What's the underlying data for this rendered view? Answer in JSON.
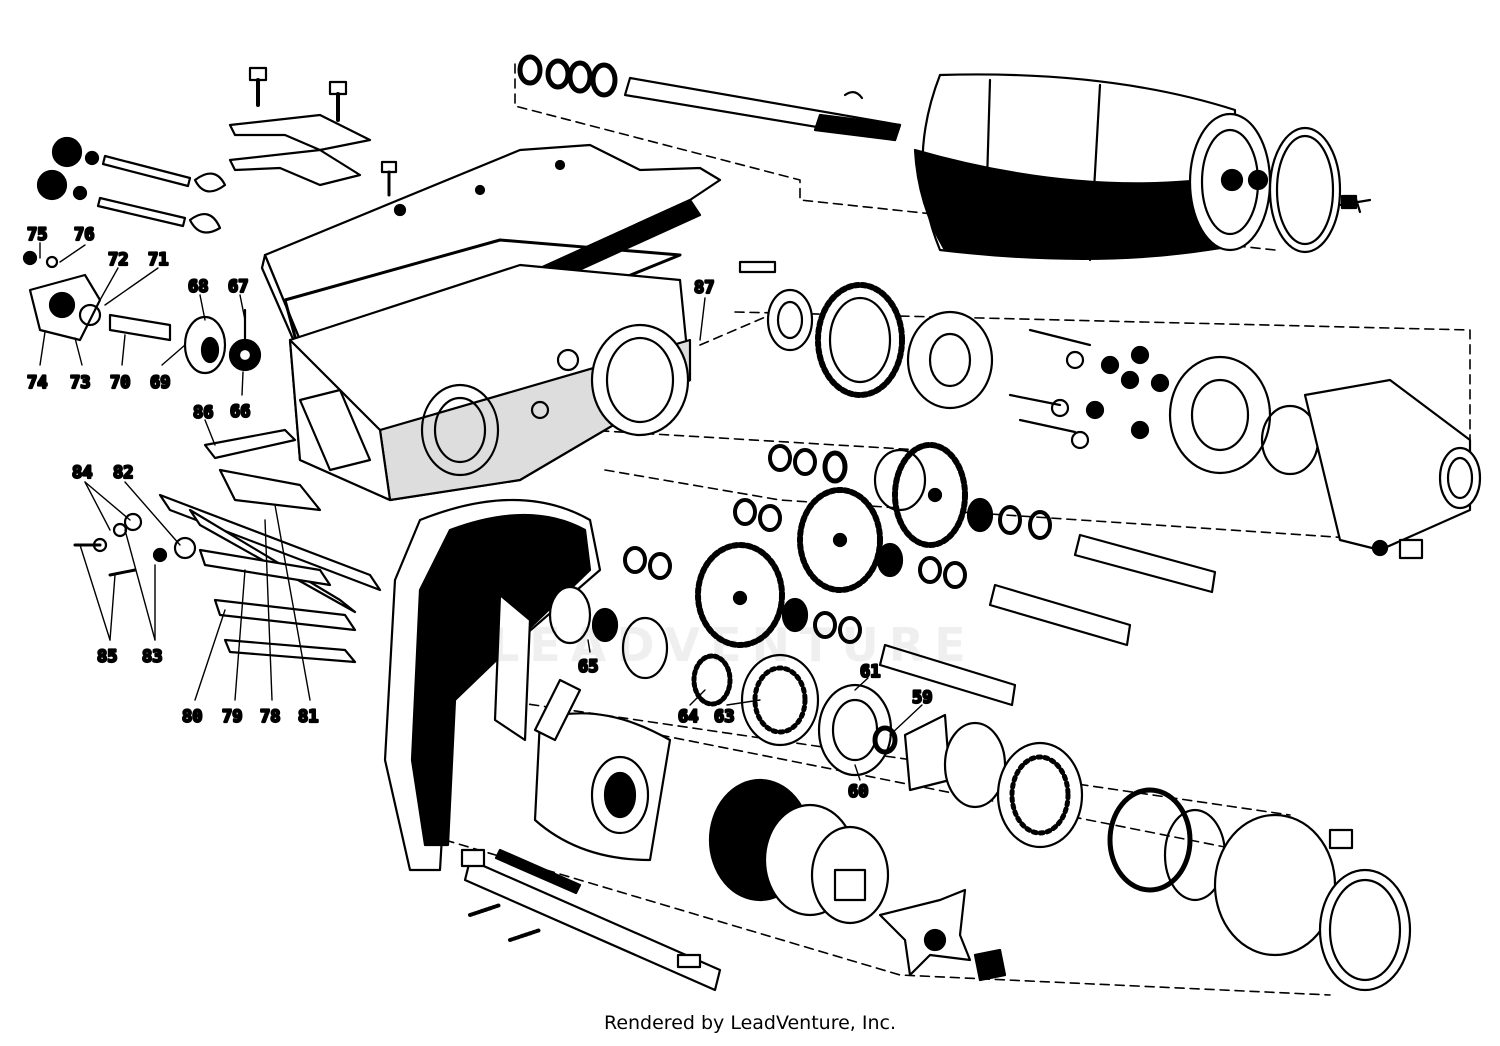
{
  "diagram": {
    "callouts": [
      "75",
      "76",
      "72",
      "71",
      "74",
      "73",
      "70",
      "69",
      "68",
      "67",
      "66",
      "86",
      "87",
      "84",
      "82",
      "85",
      "83",
      "80",
      "79",
      "78",
      "81",
      "65",
      "64",
      "63",
      "61",
      "59",
      "60"
    ],
    "watermark": "LEADVENTURE",
    "footer": "Rendered by LeadVenture, Inc."
  },
  "colors": {
    "ink": "#000000",
    "paper": "#ffffff"
  }
}
